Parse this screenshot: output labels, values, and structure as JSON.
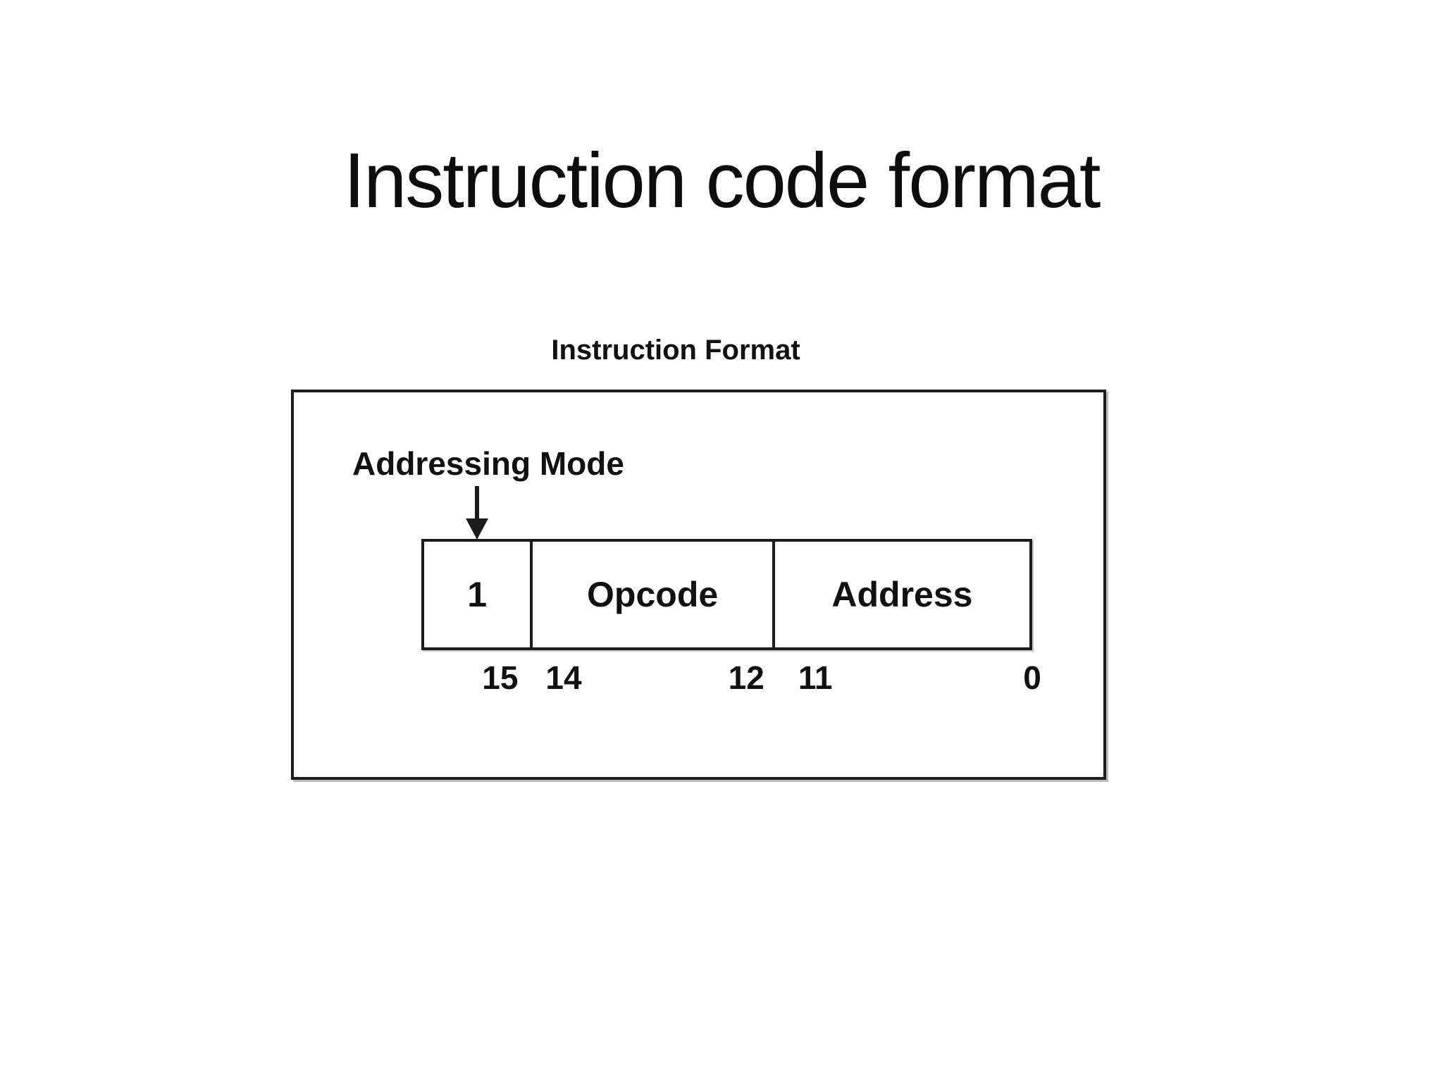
{
  "slide": {
    "title": "Instruction code format"
  },
  "figure": {
    "heading": "Instruction Format",
    "pointer": {
      "label": "Addressing Mode",
      "icon": "down-arrow"
    },
    "fields": [
      {
        "label": "1",
        "bit_high": "15",
        "bit_low": ""
      },
      {
        "label": "Opcode",
        "bit_high": "14",
        "bit_low": "12"
      },
      {
        "label": "Address",
        "bit_high": "11",
        "bit_low": "0"
      }
    ],
    "colors": {
      "ink": "#111111",
      "line": "#1c1c1c",
      "background": "#ffffff"
    }
  }
}
